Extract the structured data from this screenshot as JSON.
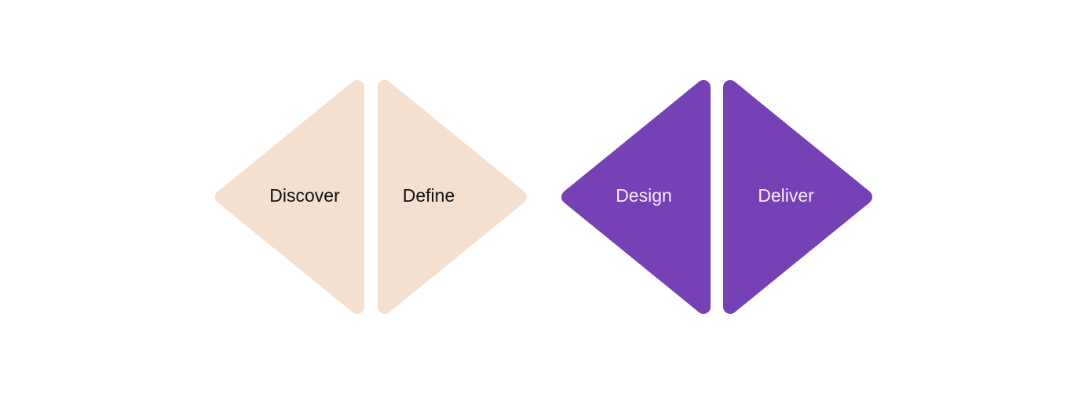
{
  "diagram": {
    "phases": [
      {
        "label": "Discover",
        "fill": "#f5dfcf",
        "text_color": "#111111"
      },
      {
        "label": "Define",
        "fill": "#f5dfcf",
        "text_color": "#111111"
      },
      {
        "label": "Design",
        "fill": "#7741b6",
        "text_color": "#f3ecff"
      },
      {
        "label": "Deliver",
        "fill": "#7741b6",
        "text_color": "#f3ecff"
      }
    ]
  }
}
